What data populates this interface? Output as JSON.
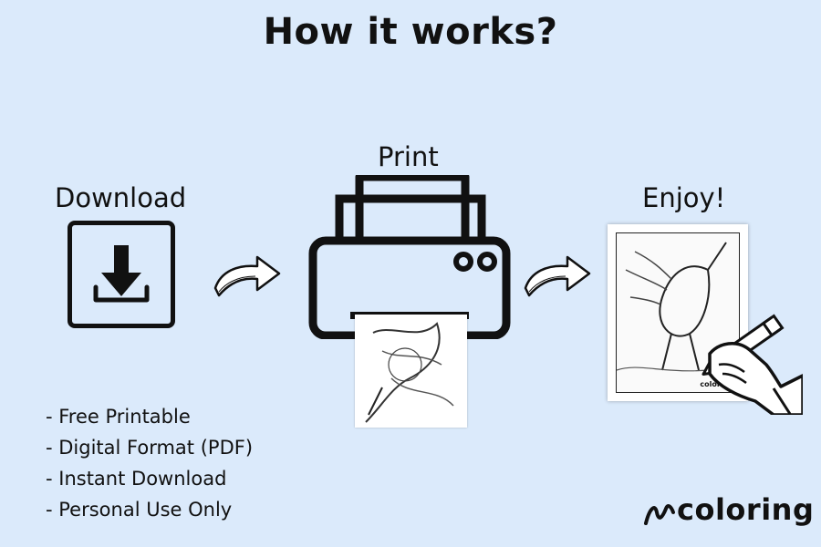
{
  "title": "How it works?",
  "steps": {
    "download": "Download",
    "print": "Print",
    "enjoy": "Enjoy!"
  },
  "features": [
    "- Free Printable",
    "- Digital Format (PDF)",
    "- Instant Download",
    "- Personal Use Only"
  ],
  "brand": "coloring",
  "sheet_brand": "coloring",
  "icons": {
    "download": "download-icon",
    "arrow": "curved-arrow-icon",
    "printer": "printer-icon",
    "hand": "hand-holding-pencil-icon"
  },
  "colors": {
    "background": "#dbeafb",
    "ink": "#111111"
  }
}
